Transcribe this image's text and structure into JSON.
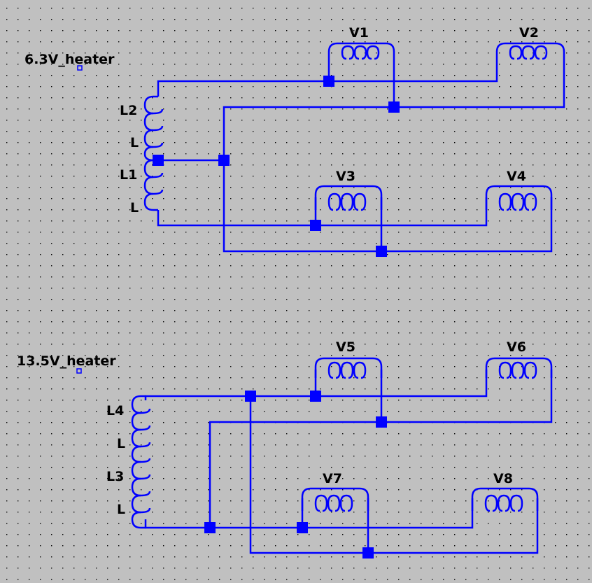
{
  "nets": {
    "net1": "6.3V_heater",
    "net2": "13.5V_heater"
  },
  "labels": {
    "L1": "L1",
    "L2": "L2",
    "L3": "L3",
    "L4": "L4",
    "L": "L",
    "V1": "V1",
    "V2": "V2",
    "V3": "V3",
    "V4": "V4",
    "V5": "V5",
    "V6": "V6",
    "V7": "V7",
    "V8": "V8"
  },
  "colors": {
    "background": "#c0c0c0",
    "grid_dot": "#000000",
    "wire": "#0000ff",
    "text": "#000000"
  }
}
